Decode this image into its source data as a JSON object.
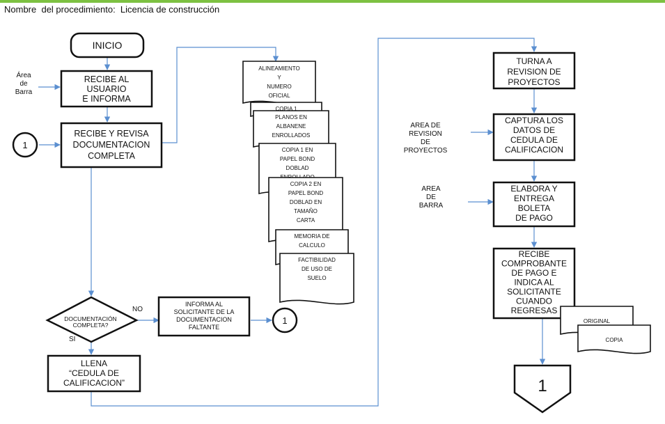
{
  "title": "Nombre  del procedimiento:  Licencia de construcción",
  "colors": {
    "accent": "#7dc142",
    "connector": "#5b8fd0"
  },
  "nodes": {
    "inicio": [
      "INICIO"
    ],
    "recibe_usuario": [
      "RECIBE AL",
      "USUARIO",
      "E INFORMA"
    ],
    "recibe_revisa": [
      "RECIBE Y REVISA",
      "DOCUMENTACION",
      "COMPLETA"
    ],
    "decision": [
      "DOCUMENTACIÓN",
      "COMPLETA?"
    ],
    "informa": [
      "INFORMA  AL",
      "SOLICITANTE DE LA",
      "DOCUMENTACION",
      "FALTANTE"
    ],
    "llena": [
      "LLENA",
      "“CEDULA DE",
      "CALIFICACION”"
    ],
    "turna": [
      "TURNA A",
      "REVISION DE",
      "PROYECTOS"
    ],
    "captura": [
      "CAPTURA  LOS",
      "DATOS DE",
      "CEDULA DE",
      "CALIFICACION"
    ],
    "elabora": [
      "ELABORA Y",
      "ENTREGA",
      "BOLETA",
      "DE PAGO"
    ],
    "recibe_comprobante": [
      "RECIBE",
      "COMPROBANTE",
      "DE PAGO E",
      "INDICA AL",
      "SOLICITANTE",
      "CUANDO",
      "REGRESAS"
    ]
  },
  "connectors": {
    "c1": "1",
    "c2": "1",
    "c3": "1",
    "offpage": "1"
  },
  "decision_labels": {
    "no": "NO",
    "si": "SI"
  },
  "areas": {
    "area_barra": [
      "Área",
      "de",
      "Barra"
    ],
    "area_revision": [
      "AREA  DE",
      "REVISION",
      "DE",
      "PROYECTOS"
    ],
    "area_barra2": [
      "AREA",
      "DE",
      "BARRA"
    ]
  },
  "documents": [
    [
      "ALINEAMIENTO",
      "Y",
      "NUMERO",
      "OFICIAL"
    ],
    [
      "COPIA 1"
    ],
    [
      "PLANOS   EN",
      "ALBANENE",
      "ENROLLADOS"
    ],
    [
      "COPIA 1 EN",
      "PAPEL BOND",
      "DOBLAD",
      "ENROLLADO"
    ],
    [
      "COPIA 2 EN",
      "PAPEL BOND",
      "DOBLAD EN",
      "TAMAÑO",
      "CARTA"
    ],
    [
      "MEMORIA  DE",
      "CALCULO"
    ],
    [
      "FACTIBILIDAD",
      "DE USO DE",
      "SUELO"
    ]
  ],
  "receipt_docs": [
    [
      "ORIGINAL"
    ],
    [
      "COPIA"
    ]
  ]
}
